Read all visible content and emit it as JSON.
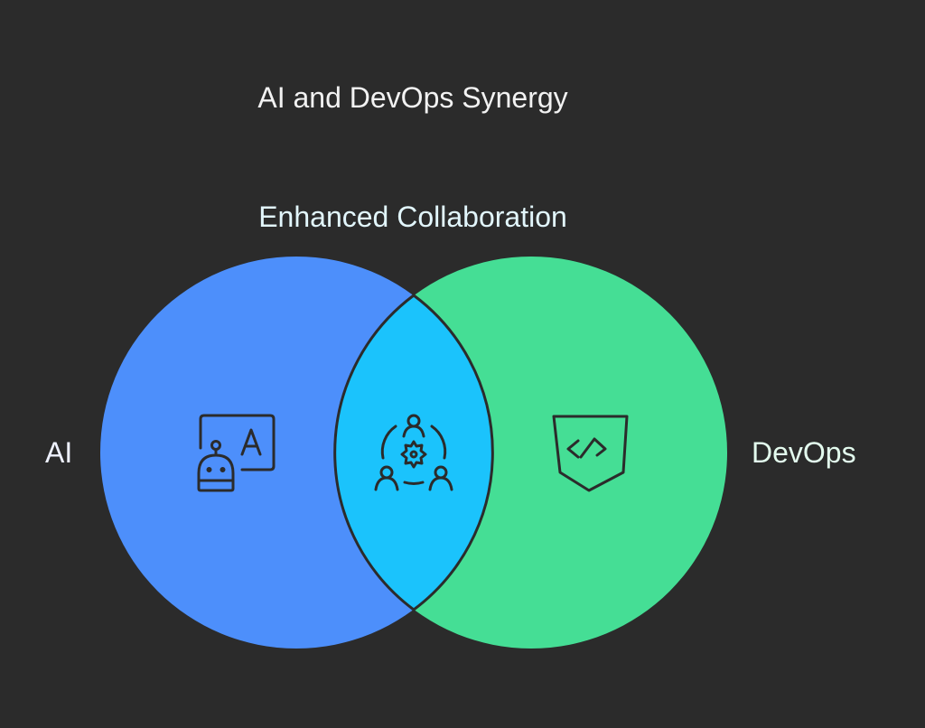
{
  "diagram": {
    "title": "AI and DevOps Synergy",
    "type": "venn",
    "sets": [
      {
        "id": "ai",
        "label": "AI",
        "color": "#4d8ffb",
        "icon": "ai-robot-translate-icon"
      },
      {
        "id": "devops",
        "label": "DevOps",
        "color": "#45de95",
        "icon": "code-shield-icon"
      }
    ],
    "intersection": {
      "label": "Enhanced Collaboration",
      "color": "#1bc3fc",
      "icon": "team-collaboration-gear-icon"
    },
    "colors": {
      "background": "#2b2b2b",
      "stroke": "#2b2b2b",
      "title_text": "#f2f2f2"
    }
  }
}
